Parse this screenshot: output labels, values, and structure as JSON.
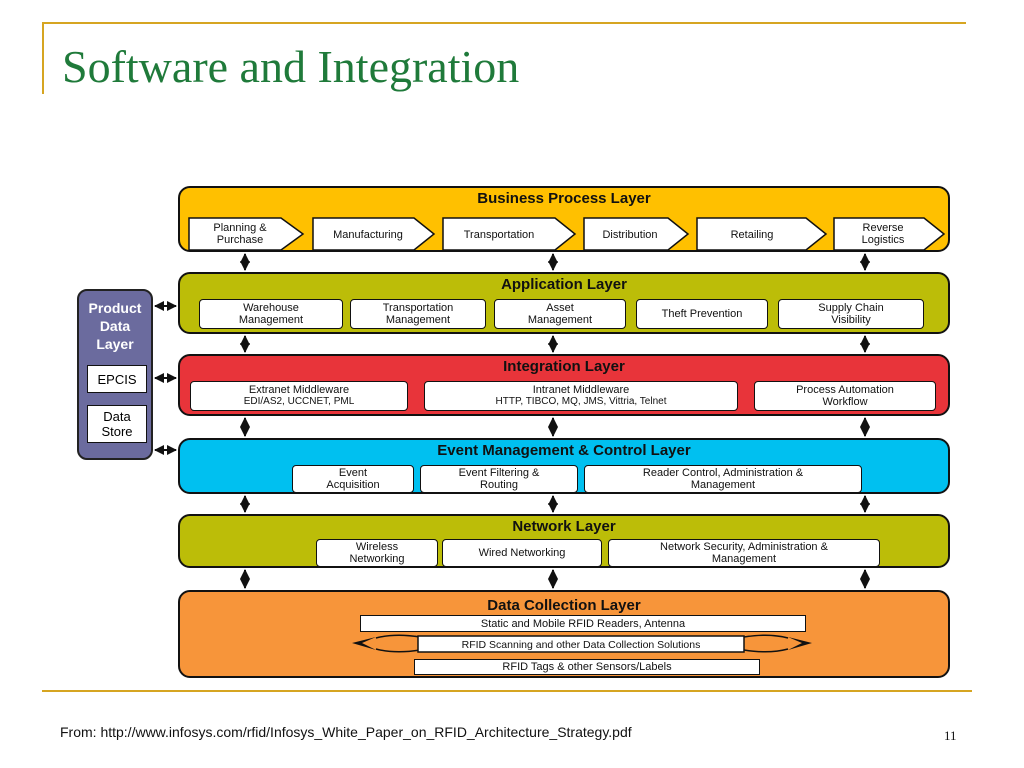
{
  "slide": {
    "title": "Software and Integration",
    "source": "From: http://www.infosys.com/rfid/Infosys_White_Paper_on_RFID_Architecture_Strategy.pdf",
    "page_number": "11"
  },
  "colors": {
    "title": "#1f7a3a",
    "accent": "#d6a521",
    "business": "#ffc000",
    "application": "#bcbd08",
    "integration": "#e8343a",
    "event": "#00c0f0",
    "network": "#bcbd08",
    "data_collection": "#f7953a",
    "side_panel": "#6b6b9e"
  },
  "side_panel": {
    "title": "Product\nData\nLayer",
    "epcis": "EPCIS",
    "data_store": "Data\nStore"
  },
  "layers": {
    "business": {
      "title": "Business Process Layer",
      "items": [
        "Planning &\nPurchase",
        "Manufacturing",
        "Transportation",
        "Distribution",
        "Retailing",
        "Reverse\nLogistics"
      ]
    },
    "application": {
      "title": "Application Layer",
      "items": [
        "Warehouse\nManagement",
        "Transportation\nManagement",
        "Asset\nManagement",
        "Theft Prevention",
        "Supply Chain\nVisibility"
      ]
    },
    "integration": {
      "title": "Integration Layer",
      "items": [
        {
          "title": "Extranet Middleware",
          "sub": "EDI/AS2, UCCNET, PML"
        },
        {
          "title": "Intranet Middleware",
          "sub": "HTTP, TIBCO, MQ, JMS, Vittria, Telnet"
        },
        {
          "title": "Process Automation",
          "sub": "Workflow"
        }
      ]
    },
    "event": {
      "title": "Event Management & Control Layer",
      "items": [
        "Event\nAcquisition",
        "Event Filtering &\nRouting",
        "Reader Control, Administration &\nManagement"
      ]
    },
    "network": {
      "title": "Network Layer",
      "items": [
        "Wireless\nNetworking",
        "Wired Networking",
        "Network Security, Administration &\nManagement"
      ]
    },
    "data_collection": {
      "title": "Data Collection Layer",
      "items": [
        "Static and Mobile RFID Readers, Antenna",
        "RFID Scanning and other Data Collection Solutions",
        "RFID Tags & other Sensors/Labels"
      ]
    }
  }
}
